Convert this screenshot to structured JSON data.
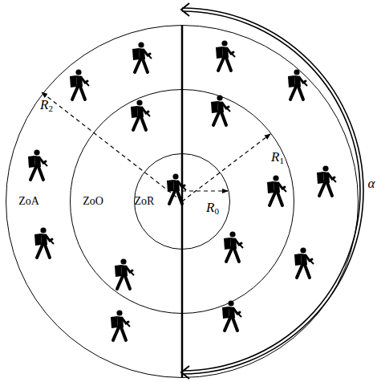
{
  "diagram": {
    "nodes": [
      {
        "text": [
          "ZoA"
        ]
      },
      {
        "text": [
          "ZoO"
        ],
        "in": 0
      },
      {
        "text": [
          "ZoR"
        ],
        "in": 1
      }
    ],
    "labels": [
      "R2",
      "R1",
      "R0",
      "α"
    ]
  }
}
